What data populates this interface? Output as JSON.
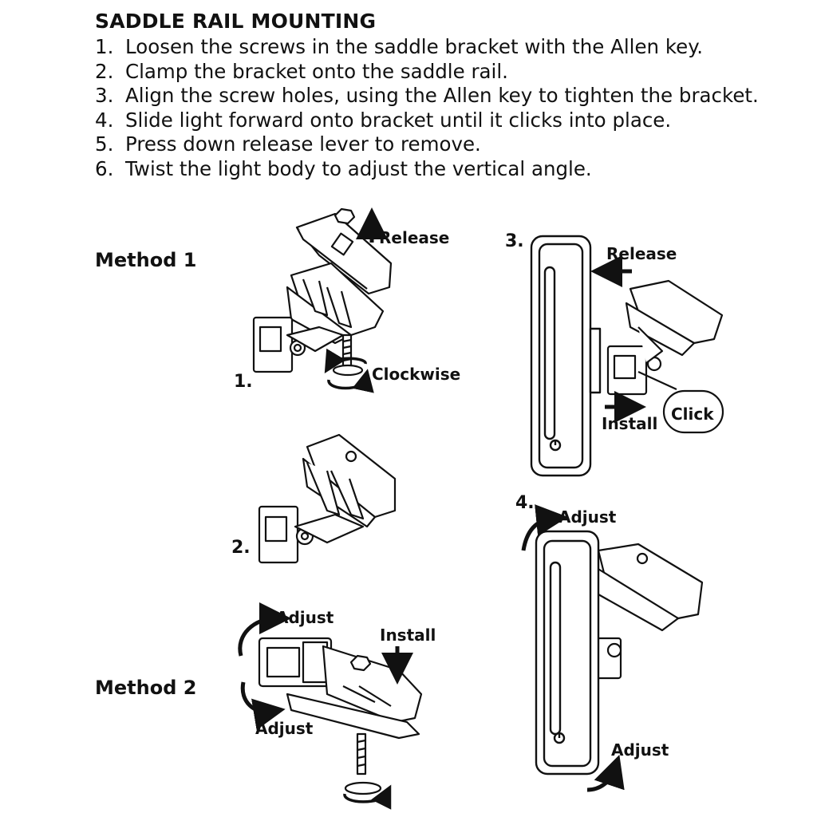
{
  "heading": "SADDLE RAIL MOUNTING",
  "steps": [
    {
      "num": "1.",
      "text": "Loosen the screws in the saddle bracket with the Allen key."
    },
    {
      "num": "2.",
      "text": "Clamp the bracket onto the saddle rail."
    },
    {
      "num": "3.",
      "text": "Align the screw holes, using the Allen key to tighten the bracket."
    },
    {
      "num": "4.",
      "text": "Slide light forward onto bracket until it clicks into place."
    },
    {
      "num": "5.",
      "text": "Press down release lever to remove."
    },
    {
      "num": "6.",
      "text": "Twist the light body to adjust the vertical angle."
    }
  ],
  "methods": {
    "method1": "Method 1",
    "method2": "Method 2"
  },
  "figures": {
    "fig1": {
      "number": "1.",
      "release": "Release",
      "clockwise": "Clockwise"
    },
    "fig2": {
      "number": "2."
    },
    "fig3": {
      "number": "3.",
      "release": "Release",
      "install": "Install",
      "click": "Click"
    },
    "fig4": {
      "number": "4.",
      "adjust_top": "Adjust",
      "adjust_bottom": "Adjust"
    },
    "method2_fig": {
      "adjust_top": "Adjust",
      "adjust_bottom": "Adjust",
      "install": "Install"
    }
  }
}
